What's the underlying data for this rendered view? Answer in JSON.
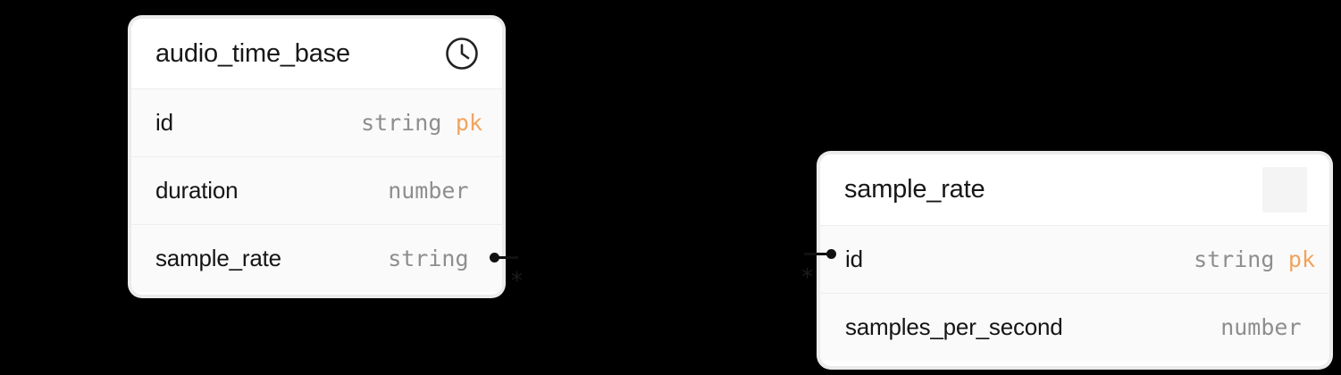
{
  "canvas": {
    "background_color": "#000000",
    "accent_color": "#f2a35e",
    "type_text_color": "#8e8e8e",
    "card_border_color": "#ebebeb"
  },
  "entities": [
    {
      "name": "audio_time_base",
      "icon": "clock-icon",
      "fields": [
        {
          "name": "id",
          "type": "string",
          "key": "pk"
        },
        {
          "name": "duration",
          "type": "number",
          "key": ""
        },
        {
          "name": "sample_rate",
          "type": "string",
          "key": ""
        }
      ]
    },
    {
      "name": "sample_rate",
      "icon": "icon-placeholder",
      "fields": [
        {
          "name": "id",
          "type": "string",
          "key": "pk"
        },
        {
          "name": "samples_per_second",
          "type": "number",
          "key": ""
        }
      ]
    }
  ],
  "relationship": {
    "source_field": "sample_rate",
    "target_field": "id",
    "source_cardinality": "*",
    "target_cardinality": "*"
  }
}
